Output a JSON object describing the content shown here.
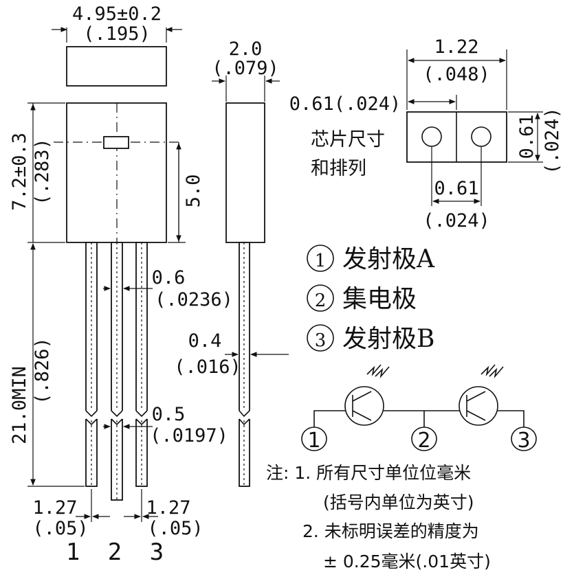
{
  "dimensions": {
    "body_width_mm": "4.95±0.2",
    "body_width_in": "(.195)",
    "thickness_mm": "2.0",
    "thickness_in": "(.079)",
    "chip_width_mm": "1.22",
    "chip_width_in": "(.048)",
    "chip_half_label": "0.61(.024)",
    "chip_height_mm": "0.61",
    "chip_height_in": "(.024)",
    "chip_pitch_mm": "0.61",
    "chip_pitch_in": "(.024)",
    "body_height_mm": "7.2±0.3",
    "body_height_in": "(.283)",
    "window_height_mm": "5.0",
    "lead_width_mm": "0.6",
    "lead_width_in": "(.0236)",
    "lead_thickness_mm": "0.4",
    "lead_thickness_in": "(.016)",
    "lead_length_mm": "21.0MIN",
    "lead_length_in": "(.826)",
    "lead_narrow_mm": "0.5",
    "lead_narrow_in": "(.0197)",
    "pitch_left_mm": "1.27",
    "pitch_left_in": "(.05)",
    "pitch_right_mm": "1.27",
    "pitch_right_in": "(.05)",
    "pin_numbers": "1 2 3"
  },
  "chip_caption": [
    "芯片尺寸",
    "和排列"
  ],
  "legend": [
    {
      "symbol": "①",
      "label": "发射极A"
    },
    {
      "symbol": "②",
      "label": "集电极"
    },
    {
      "symbol": "③",
      "label": "发射极B"
    }
  ],
  "schematic_pins": [
    "1",
    "2",
    "3"
  ],
  "notes": [
    "注: 1. 所有尺寸单位位毫米",
    "(括号内单位为英寸)",
    "2. 未标明误差的精度为",
    "± 0.25毫米(.01英寸)"
  ]
}
